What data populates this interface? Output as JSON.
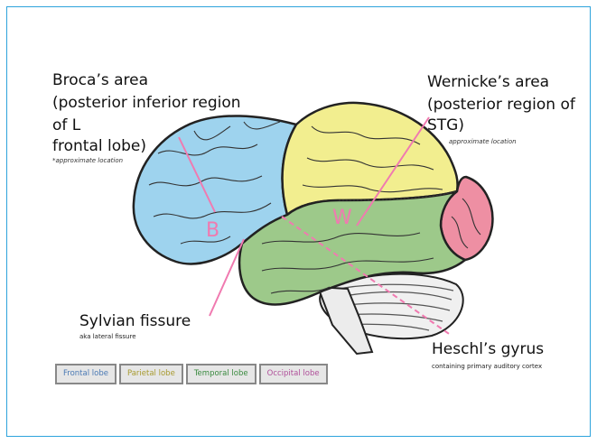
{
  "labels": {
    "broca": [
      "Broca’s area",
      "(posterior inferior region",
      "of L",
      "frontal lobe)"
    ],
    "broca_note": "*approximate location",
    "wernicke": [
      "Wernicke’s area",
      "(posterior region of",
      "STG)"
    ],
    "wernicke_note": "approximate location",
    "sylvian": "Sylvian fissure",
    "sylvian_sub": "aka lateral fissure",
    "heschl": "Heschl’s gyrus",
    "heschl_sub": "containing primary auditory cortex",
    "marker_b": "B",
    "marker_w": "W"
  },
  "legend": [
    {
      "label": "Frontal lobe",
      "color": "#4a79b4"
    },
    {
      "label": "Parietal lobe",
      "color": "#a79a2e"
    },
    {
      "label": "Temporal lobe",
      "color": "#3a8a3f"
    },
    {
      "label": "Occipital lobe",
      "color": "#b0509a"
    }
  ],
  "colors": {
    "frontal": "#9ed3ee",
    "parietal": "#f2ee8f",
    "temporal": "#9dc98a",
    "occipital": "#ee8fa3",
    "cerebellum": "#eeeeee",
    "marker": "#f07ab0",
    "frame": "#2ea3dc"
  }
}
